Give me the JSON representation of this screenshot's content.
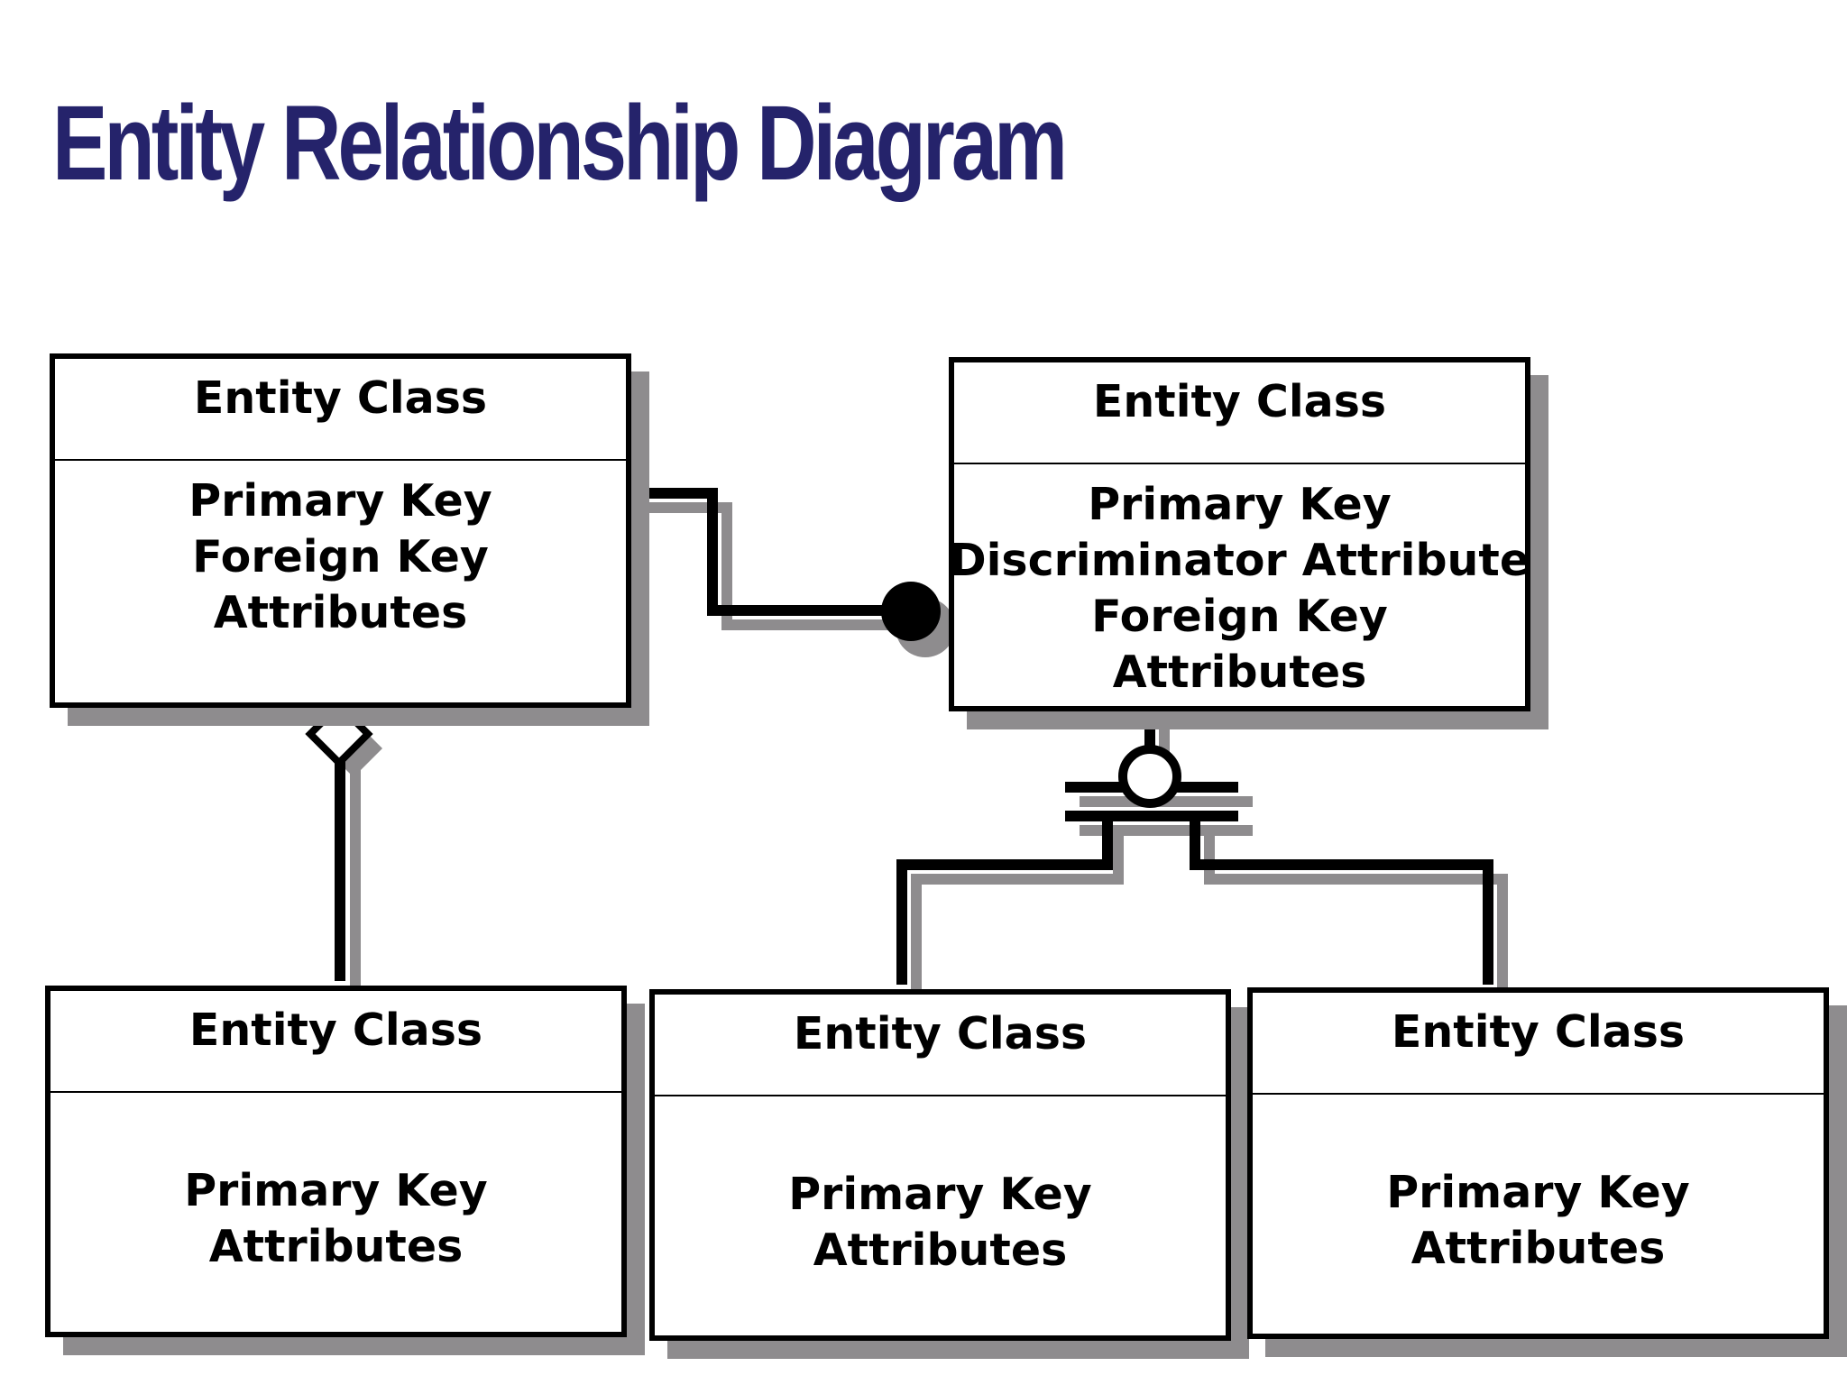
{
  "slide": {
    "title": "Entity Relationship Diagram",
    "title_color": "#25236b",
    "shadow_color": "#8e8c8e"
  },
  "entities": [
    {
      "id": "parent",
      "title": "Entity Class",
      "lines": [
        "Primary Key",
        "Foreign Key",
        "Attributes"
      ]
    },
    {
      "id": "generic",
      "title": "Entity Class",
      "lines": [
        "Primary Key",
        "Discriminator Attribute",
        "Foreign Key",
        "Attributes"
      ]
    },
    {
      "id": "child",
      "title": "Entity Class",
      "lines": [
        "Primary Key",
        "Attributes"
      ]
    },
    {
      "id": "subtype-left",
      "title": "Entity Class",
      "lines": [
        "Primary Key",
        "Attributes"
      ]
    },
    {
      "id": "subtype-right",
      "title": "Entity Class",
      "lines": [
        "Primary Key",
        "Attributes"
      ]
    }
  ],
  "relationships": [
    {
      "from": "parent",
      "to": "generic",
      "symbol": "filled-dot",
      "meaning": "zero-or-more"
    },
    {
      "from": "parent",
      "to": "child",
      "symbol": "diamond",
      "meaning": "non-identifying"
    },
    {
      "from": "generic",
      "to": [
        "subtype-left",
        "subtype-right"
      ],
      "symbol": "category-circle-double-bar",
      "meaning": "complete-categorization"
    }
  ]
}
